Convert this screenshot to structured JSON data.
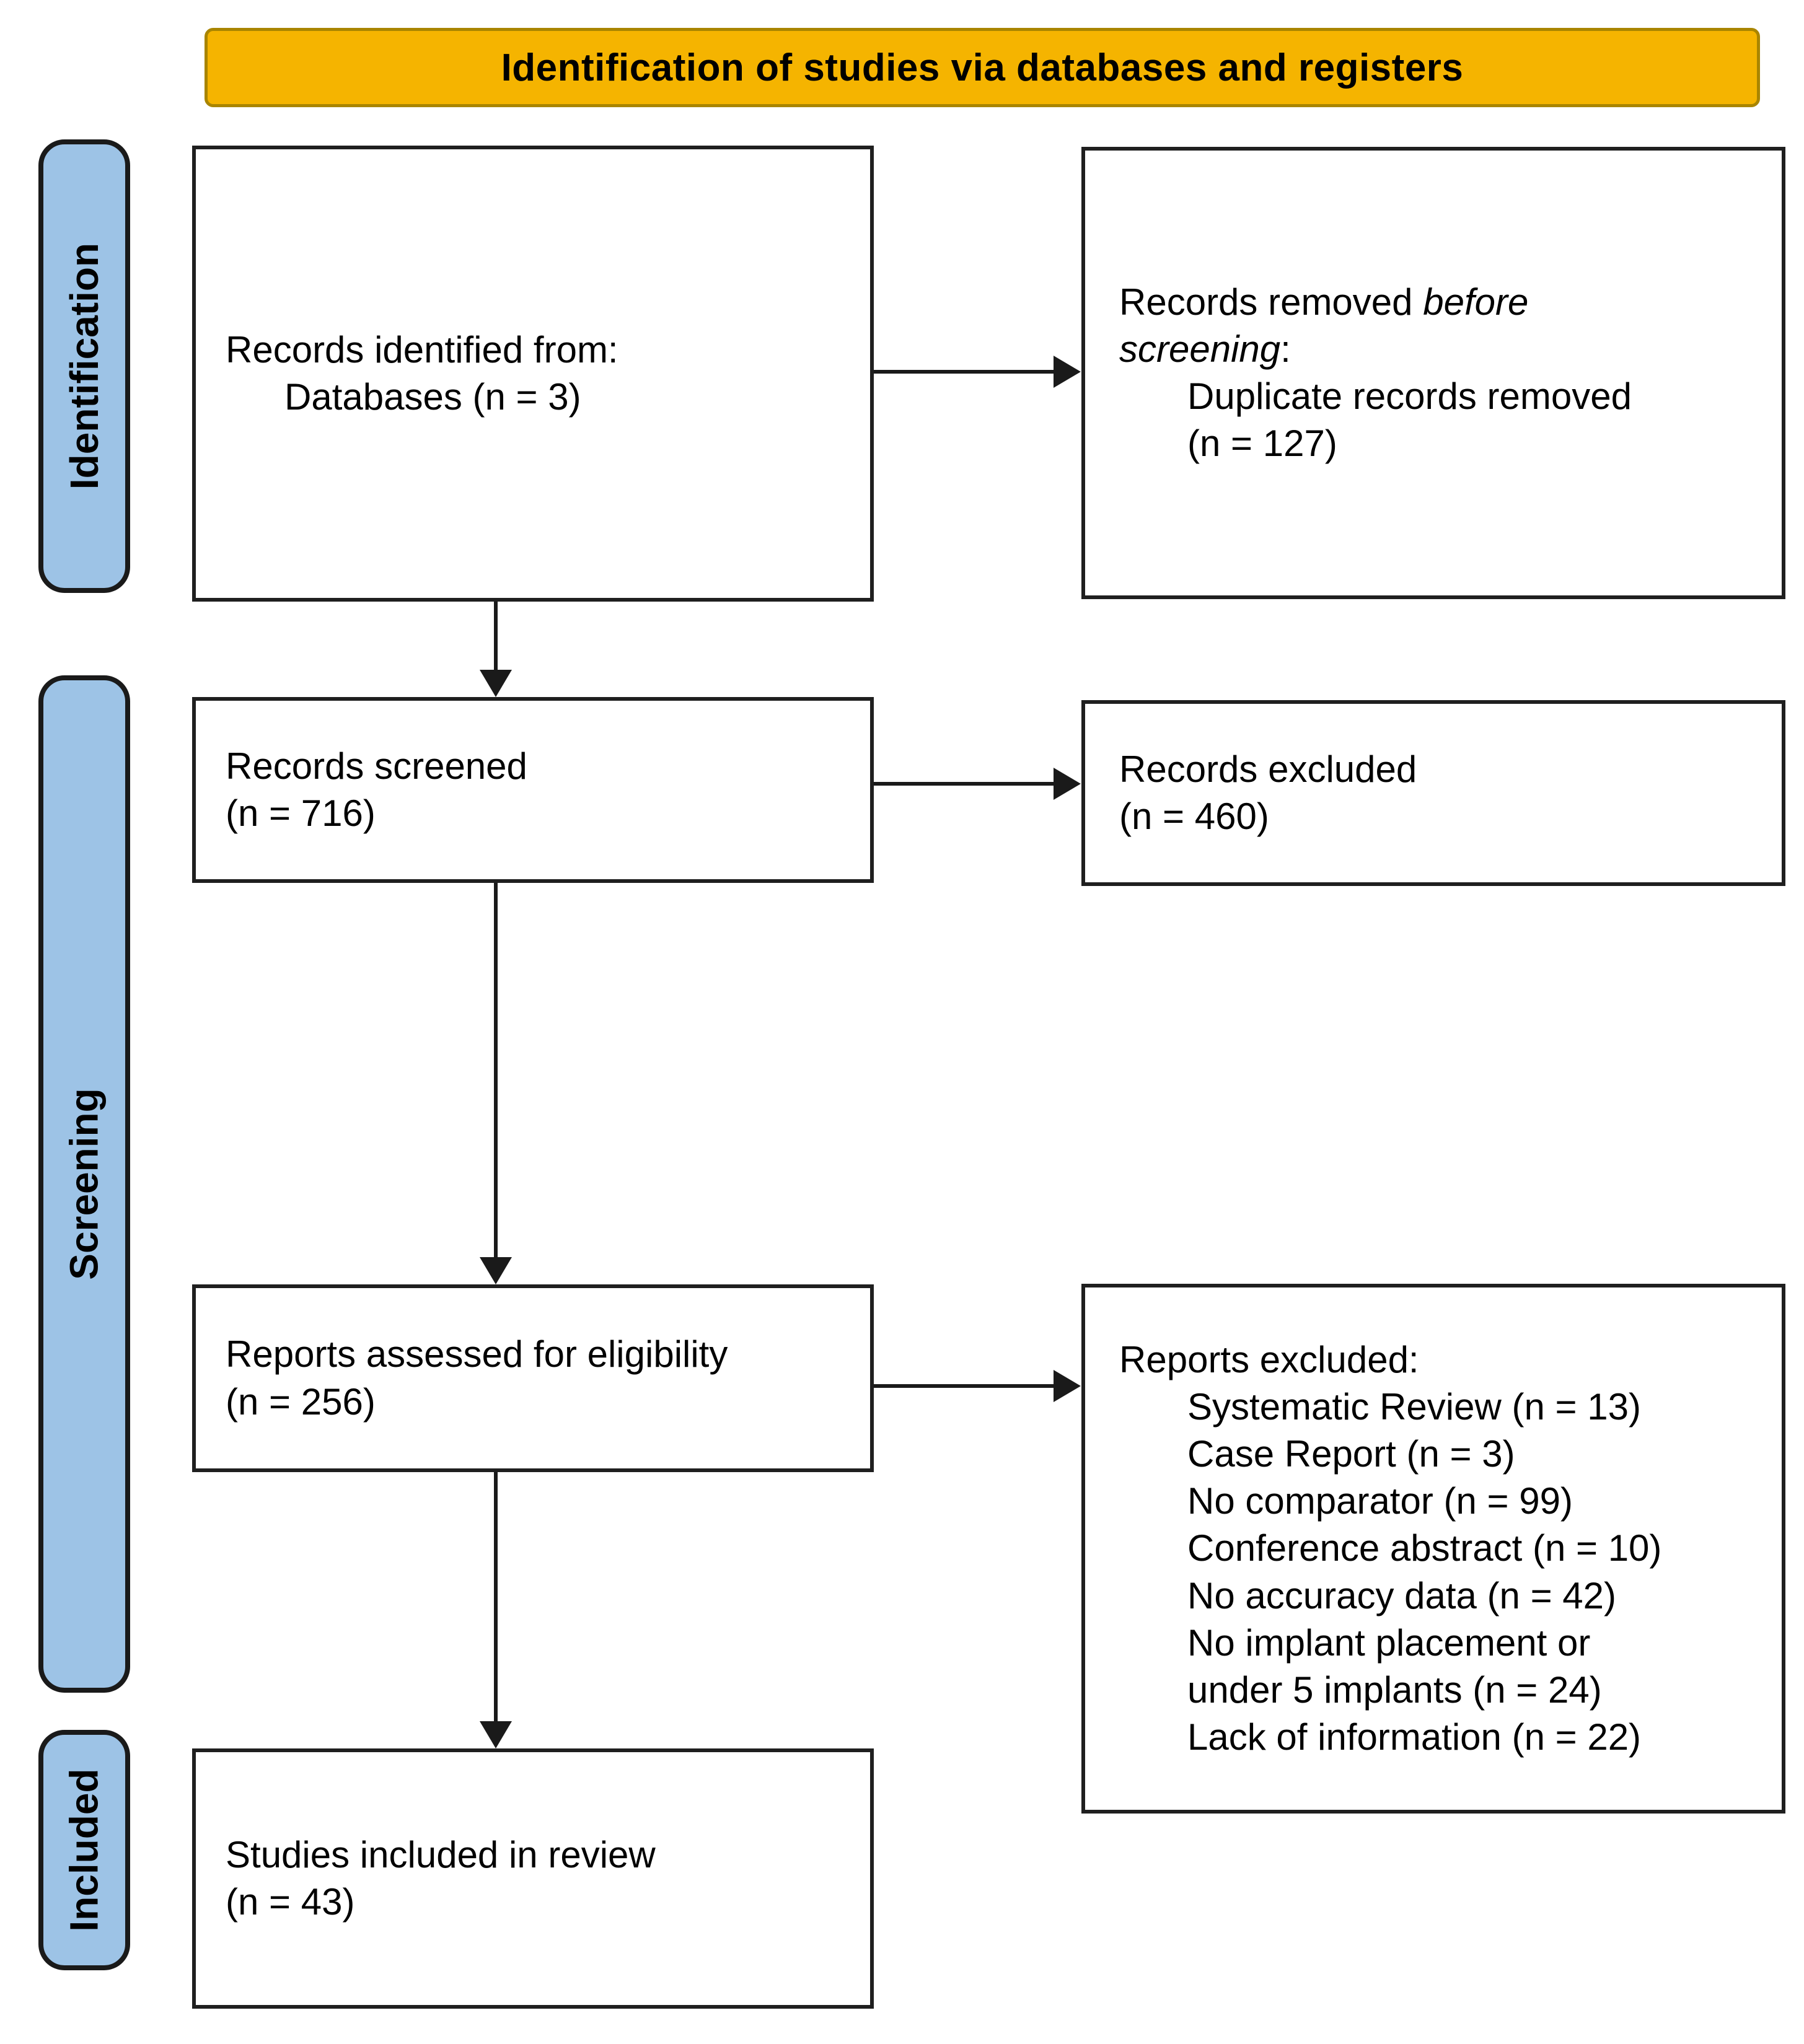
{
  "banner": {
    "title": "Identification of studies via databases and registers"
  },
  "sidebar": {
    "items": [
      {
        "label": "Identification"
      },
      {
        "label": "Screening"
      },
      {
        "label": "Included"
      }
    ]
  },
  "boxes": {
    "records_identified": {
      "line1": "Records identified from:",
      "line2": "Databases (n = 3)"
    },
    "records_removed": {
      "prefix": "Records removed ",
      "italic": "before screening",
      "suffix": ":",
      "detail_line1": "Duplicate records removed",
      "detail_line2": "(n = 127)"
    },
    "records_screened": {
      "line1": "Records screened",
      "line2": "(n = 716)"
    },
    "records_excluded": {
      "line1": "Records excluded",
      "line2": "(n = 460)"
    },
    "reports_assessed": {
      "line1": "Reports assessed for eligibility",
      "line2": "(n = 256)"
    },
    "reports_excluded": {
      "title": "Reports excluded:",
      "items": [
        "Systematic Review (n = 13)",
        "Case Report (n = 3)",
        "No comparator (n = 99)",
        "Conference abstract (n = 10)",
        "No accuracy data (n = 42)",
        "No implant placement or under 5 implants (n = 24)",
        "Lack of information (n = 22)"
      ]
    },
    "studies_included": {
      "line1": "Studies included in review",
      "line2": "(n = 43)"
    }
  },
  "colors": {
    "banner_bg": "#F5B400",
    "banner_border": "#A98500",
    "stage_fill": "#9DC3E6",
    "stage_border": "#1A1A1A",
    "box_border": "#1F1F1F",
    "arrow": "#1A1A1A",
    "text": "#000000"
  }
}
